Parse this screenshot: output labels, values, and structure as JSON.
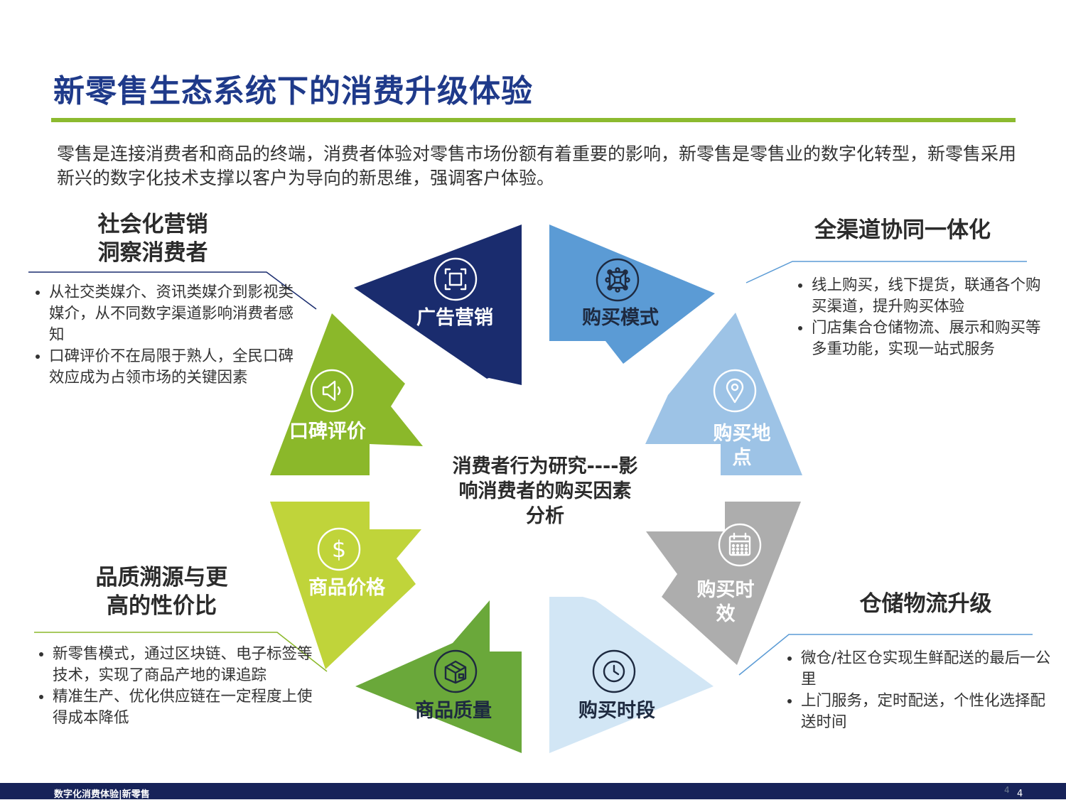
{
  "title": "新零售生态系统下的消费升级体验",
  "intro": "零售是连接消费者和商品的终端，消费者体验对零售市场份额有着重要的影响，新零售是零售业的数字化转型，新零售采用新兴的数字化技术支撑以客户为导向的新思维，强调客户体验。",
  "center": {
    "line1": "消费者行为研究----影",
    "line2": "响消费者的购买因素",
    "line3": "分析"
  },
  "segments": [
    {
      "label": "广告营销",
      "icon": "scan-frame-icon",
      "color": "#1a2c6e"
    },
    {
      "label": "购买模式",
      "icon": "network-icon",
      "color": "#5b9bd5"
    },
    {
      "label1": "购买地",
      "label2": "点",
      "icon": "location-pin-icon",
      "color": "#9dc3e6"
    },
    {
      "label1": "购买时",
      "label2": "效",
      "icon": "calendar-icon",
      "color": "#adadad"
    },
    {
      "label": "购买时段",
      "icon": "clock-icon",
      "color": "#d2e6f5"
    },
    {
      "label": "商品质量",
      "icon": "package-icon",
      "color": "#6aa83a"
    },
    {
      "label": "商品价格",
      "icon": "dollar-icon",
      "color": "#c0d43a"
    },
    {
      "label": "口碑评价",
      "icon": "speaker-icon",
      "color": "#8bb82a"
    }
  ],
  "panels": {
    "social": {
      "title1": "社会化营销",
      "title2": "洞察消费者",
      "bullets": [
        "从社交类媒介、资讯类媒介到影视类媒介，从不同数字渠道影响消费者感知",
        "口碑评价不在局限于熟人，全民口碑效应成为占领市场的关键因素"
      ]
    },
    "omni": {
      "title": "全渠道协同一体化",
      "bullets": [
        "线上购买，线下提货，联通各个购买渠道，提升购买体验",
        "门店集合仓储物流、展示和购买等多重功能，实现一站式服务"
      ]
    },
    "quality": {
      "title1": "品质溯源与更",
      "title2": "高的性价比",
      "bullets": [
        "新零售模式，通过区块链、电子标签等技术，实现了商品产地的课追踪",
        "精准生产、优化供应链在一定程度上使得成本降低"
      ]
    },
    "logistics": {
      "title": "仓储物流升级",
      "bullets": [
        "微仓/社区仓实现生鲜配送的最后一公里",
        "上门服务，定时配送，个性化选择配送时间"
      ]
    }
  },
  "footer": {
    "text": "数字化消费体验|新零售",
    "page_small": "4",
    "page": "4"
  }
}
